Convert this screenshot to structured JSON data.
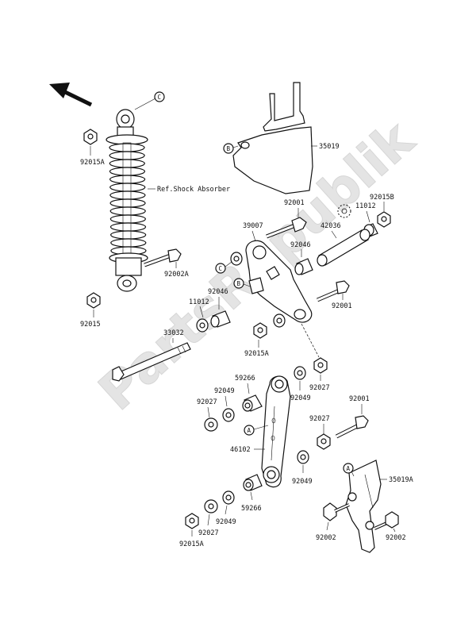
{
  "watermark": "PartsRepublik",
  "callouts": {
    "shock_C": "C",
    "bracket_B": "B",
    "arm_C": "C",
    "arm_B": "B",
    "link_A": "A",
    "plate_A": "A"
  },
  "labels": {
    "p92015A_top": "92015A",
    "ref_shock": "Ref.Shock Absorber",
    "p92002A": "92002A",
    "p92015": "92015",
    "p35019": "35019",
    "p92001_top": "92001",
    "p92015B": "92015B",
    "p11012_right": "11012",
    "p39007": "39007",
    "p42036": "42036",
    "p92046_right": "92046",
    "p92001_mid": "92001",
    "p11012_left": "11012",
    "p92046_left": "92046",
    "p92015A_mid": "92015A",
    "p33032": "33032",
    "p59266_top": "59266",
    "p92049_left": "92049",
    "p92049_right": "92049",
    "p92027_right": "92027",
    "p92027_left": "92027",
    "p92001_low": "92001",
    "p92027_low": "92027",
    "p46102": "46102",
    "p92049_low": "92049",
    "p35019A": "35019A",
    "p59266_low": "59266",
    "p92049_bot": "92049",
    "p92027_bot": "92027",
    "p92015A_bot": "92015A",
    "p92002_left": "92002",
    "p92002_right": "92002"
  }
}
